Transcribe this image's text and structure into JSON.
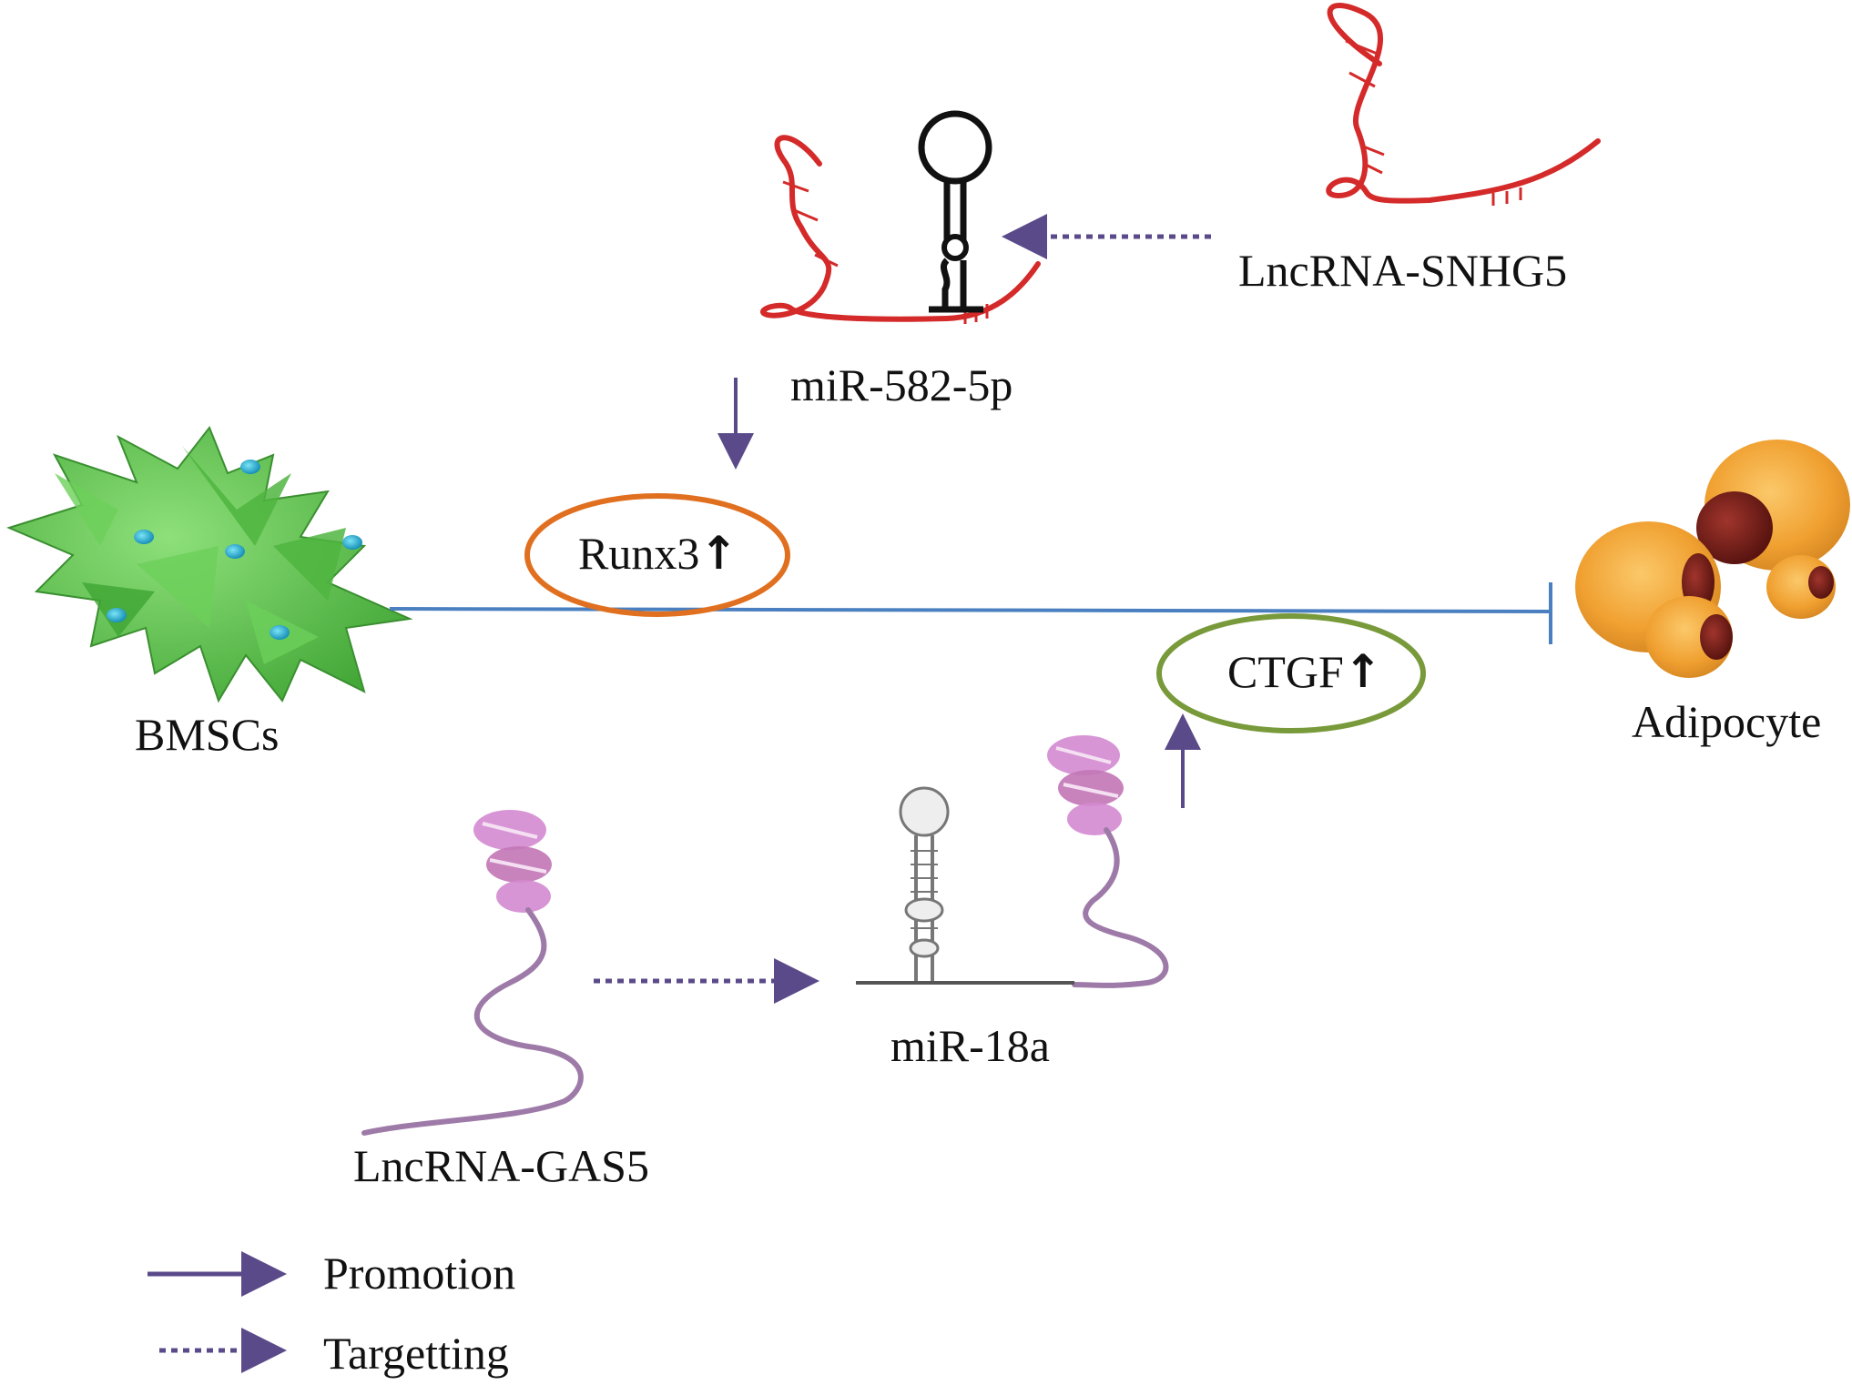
{
  "labels": {
    "mir582": "miR-582-5p",
    "snhg5": "LncRNA-SNHG5",
    "bmscs": "BMSCs",
    "adipocyte": "Adipocyte",
    "mir18a": "miR-18a",
    "gas5": "LncRNA-GAS5",
    "runx3": "Runx3",
    "ctgf": "CTGF",
    "up_arrow": "↑"
  },
  "legend": {
    "promotion": "Promotion",
    "targetting": "Targetting"
  },
  "colors": {
    "arrow_purple": "#5b4a8a",
    "inhibition_line": "#4a7fc0",
    "runx3_ring": "#e07020",
    "ctgf_ring": "#789a3a",
    "lncrna_red": "#d42a2a",
    "lncrna_pink": "#c276b6",
    "cell_green": "#5cc24a",
    "cell_nucleus": "#2fb8d8",
    "adipocyte_orange": "#f0a030",
    "adipocyte_nucleus": "#7a1f1a"
  },
  "icons": [
    "bmsc-cluster-icon",
    "adipocyte-cluster-icon",
    "lncrna-red-strand-icon",
    "lncrna-pink-strand-icon",
    "mirna-hairpin-icon"
  ]
}
